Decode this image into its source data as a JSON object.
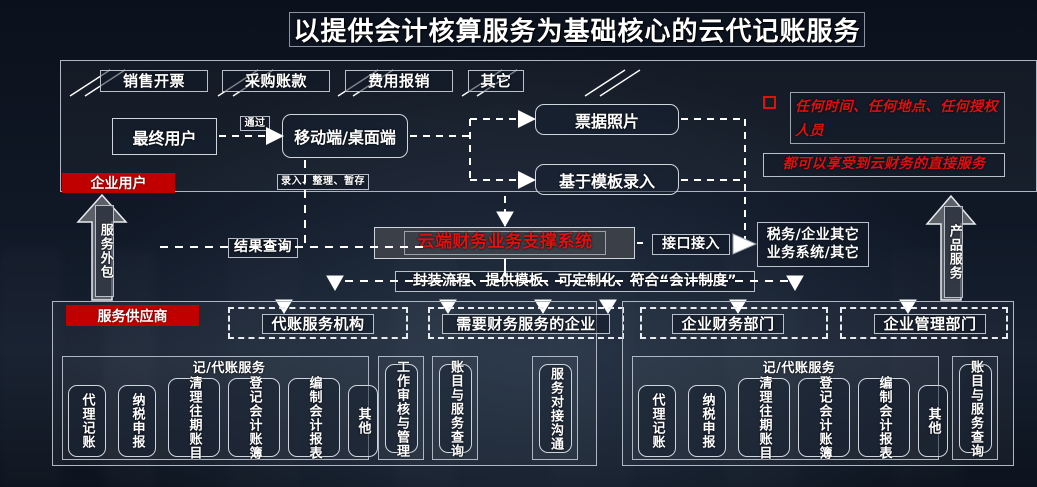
{
  "title": "以提供会计核算服务为基础核心的云代记账服务",
  "top_categories": [
    "销售开票",
    "采购账款",
    "费用报销",
    "其它"
  ],
  "flow": {
    "end_user": "最终用户",
    "via_label": "通过",
    "client_device": "移动端/桌面端",
    "input_note": "录入、整理、暂存",
    "doc_photo": "票据照片",
    "template_entry": "基于模板录入",
    "enterprise_user": "企业用户",
    "service_outsourcing": "服务外包",
    "result_query": "结果查询",
    "core_system": "云端财务业务支撑系统",
    "interface_access": "接口接入",
    "external_systems": "税务/企业其它业务系统/其它",
    "encapsulation_note": "封装流程、提供模板、可定制化、符合“会计制度”",
    "product_service": "产品服务"
  },
  "callout": {
    "bullet": "square-bullet",
    "line1": "任何时间、任何地点、任何授权人员",
    "line2": "都可以享受到云财务的直接服务"
  },
  "left_panel": {
    "tag": "服务供应商",
    "group_a_label": "代账服务机构",
    "group_b_label": "需要财务服务的企业",
    "service_title": "记/代账服务",
    "services": [
      "代理记账",
      "纳税申报",
      "清理往期账目",
      "登记会计账簿",
      "编制会计报表",
      "其他"
    ],
    "side_items": [
      "工作审核与管理",
      "账目与服务查询",
      "服务对接沟通"
    ]
  },
  "right_panel": {
    "group_a_label": "企业财务部门",
    "group_b_label": "企业管理部门",
    "service_title": "记/代账服务",
    "services": [
      "代理记账",
      "纳税申报",
      "清理往期账目",
      "登记会计账簿",
      "编制会计报表",
      "其他"
    ],
    "side_items": [
      "账目与服务查询"
    ]
  },
  "colors": {
    "background": "#0d1420",
    "accent_red": "#c00000",
    "text_red": "#e01010",
    "line": "#cfd5dd"
  }
}
